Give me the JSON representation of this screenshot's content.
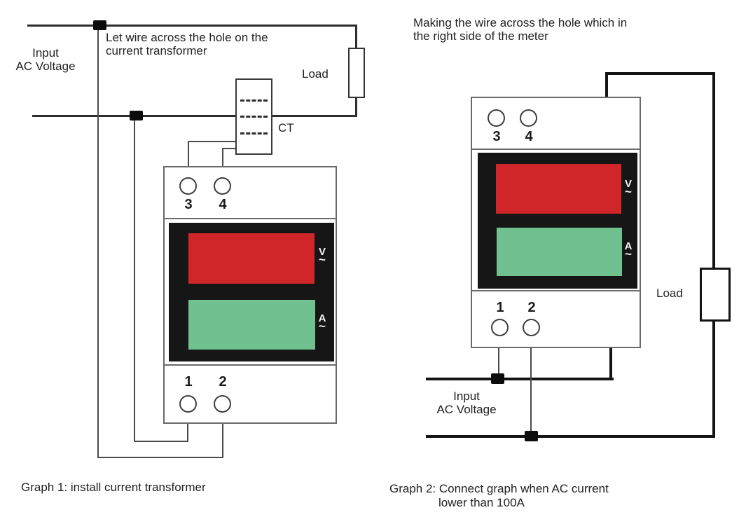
{
  "colors": {
    "display_background": "#161616",
    "voltmeter_screen_red": "#d0262a",
    "ammeter_screen_green": "#70c090",
    "wire_black": "#141414",
    "wire_gray": "#4a4a4a"
  },
  "meter": {
    "terminal_3": "3",
    "terminal_4": "4",
    "terminal_1": "1",
    "terminal_2": "2",
    "volt_symbol": "V",
    "amp_symbol": "A",
    "ac_wave": "~"
  },
  "graph1": {
    "annotation_line1": "Let wire across the hole on the",
    "annotation_line2": "current transformer",
    "input_line1": "Input",
    "input_line2": "AC Voltage",
    "load_label": "Load",
    "ct_label": "CT",
    "caption": "Graph 1: install current transformer"
  },
  "graph2": {
    "annotation_line1": "Making the wire across the hole which in",
    "annotation_line2": "the right side of the meter",
    "input_line1": "Input",
    "input_line2": "AC Voltage",
    "load_label": "Load",
    "caption_line1": "Graph 2: Connect graph when AC current",
    "caption_line2": "lower than 100A"
  }
}
